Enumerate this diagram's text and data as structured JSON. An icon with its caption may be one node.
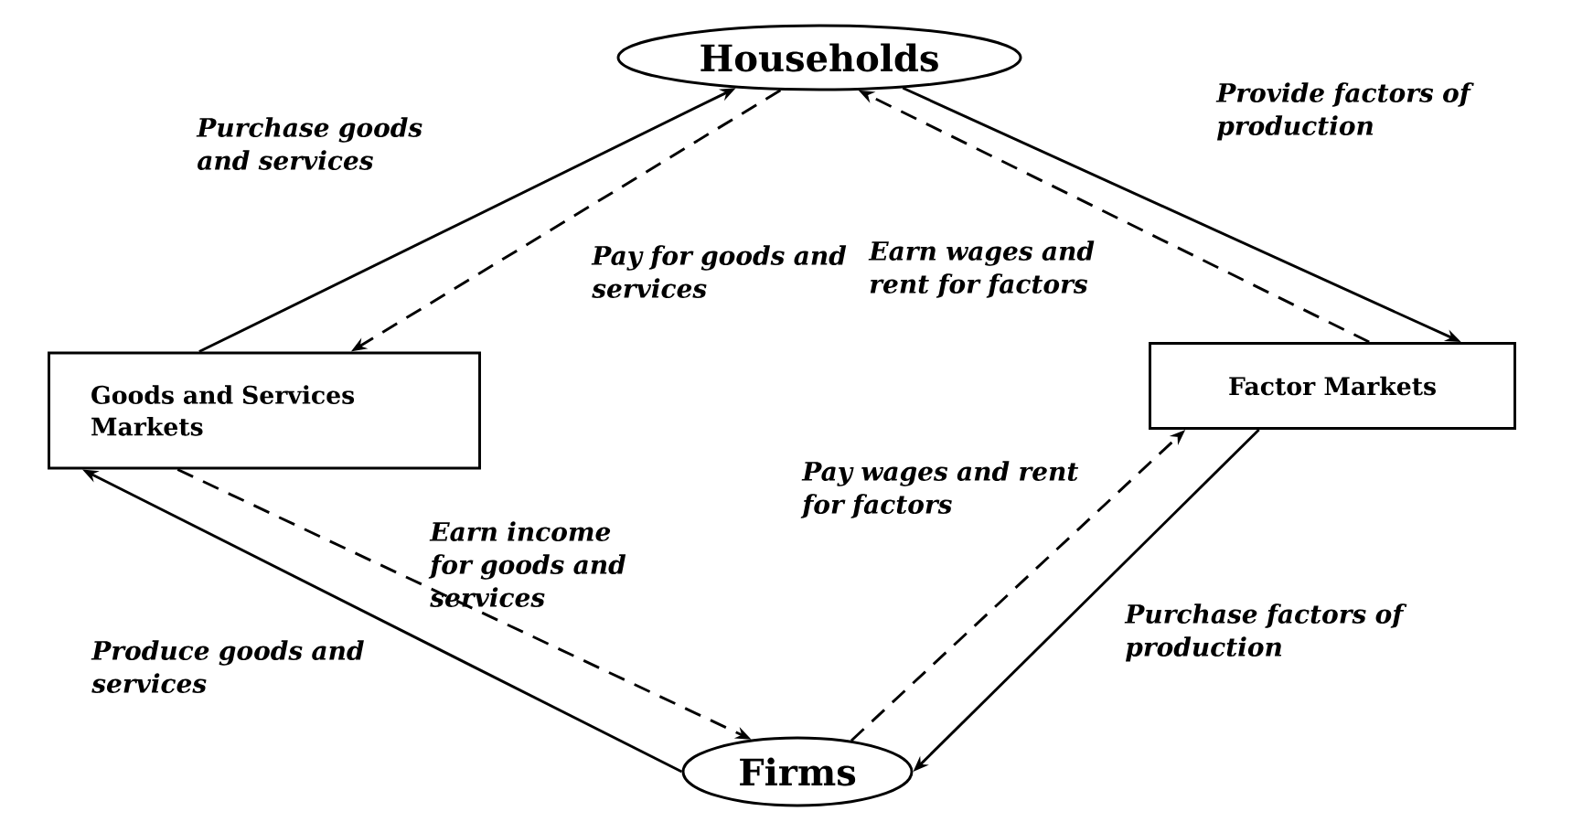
{
  "diagram": {
    "nodes": [
      {
        "text": [
          "Households"
        ]
      },
      {
        "text": [
          "Goods and Services Markets"
        ]
      },
      {
        "text": [
          "Factor Markets"
        ]
      },
      {
        "text": [
          "Firms"
        ]
      }
    ],
    "edges": [
      {
        "from": 1,
        "to": 0,
        "arrow": "to",
        "label": "Purchase goods and services"
      },
      {
        "from": 0,
        "to": 1,
        "arrow": "to",
        "style": "dashed",
        "label": "Pay for goods and services"
      },
      {
        "from": 2,
        "to": 0,
        "arrow": "to",
        "style": "dashed",
        "label": "Earn wages and rent for factors"
      },
      {
        "from": 0,
        "to": 2,
        "arrow": "to",
        "label": "Provide factors of production"
      },
      {
        "from": 1,
        "to": 3,
        "arrow": "to",
        "style": "dashed",
        "label": "Earn income for goods and services"
      },
      {
        "from": 3,
        "to": 1,
        "arrow": "to",
        "label": "Produce goods and services"
      },
      {
        "from": 3,
        "to": 2,
        "arrow": "to",
        "style": "dashed",
        "label": "Pay wages and rent for factors"
      },
      {
        "from": 2,
        "to": 3,
        "arrow": "to",
        "label": "Purchase factors of production"
      }
    ]
  }
}
